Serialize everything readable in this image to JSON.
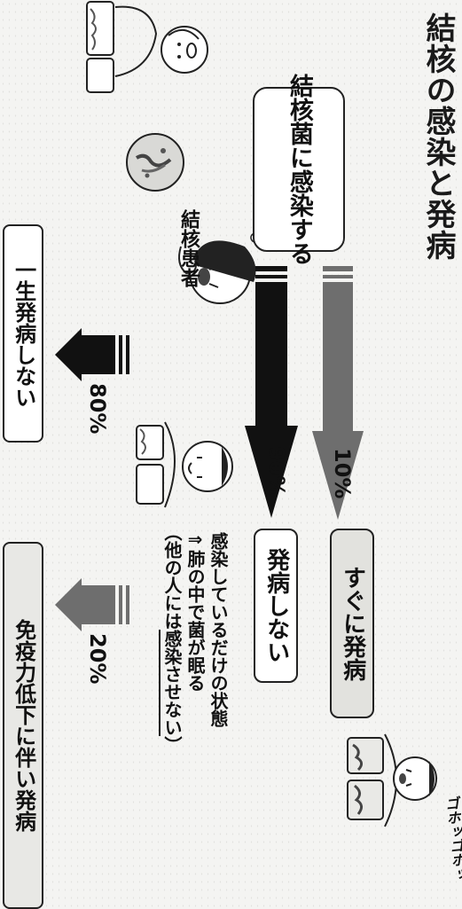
{
  "title": "結核の感染と発病",
  "infection_box": "結核菌に感染する",
  "patient_label": "結核患者",
  "pct_immediate": "10%",
  "pct_latent": "90%",
  "pct_never": "80%",
  "pct_later": "20%",
  "immediate_label": "すぐに発病",
  "no_disease_label": "発病しない",
  "state_lines": {
    "line1": "感染しているだけの状態",
    "line2": "⇒肺の中で菌が眠る",
    "line3_prefix": "（他の人には",
    "line3_underlined": "感染させない",
    "line3_suffix": "）"
  },
  "never_label": "一生発病しない",
  "immune_label": "免疫力低下に伴い発病",
  "cough_sound": "ゴホッゴホッ",
  "colors": {
    "dark_arrow": "#111111",
    "gray_arrow": "#6e6e6e",
    "box_fill": "#ffffff"
  }
}
